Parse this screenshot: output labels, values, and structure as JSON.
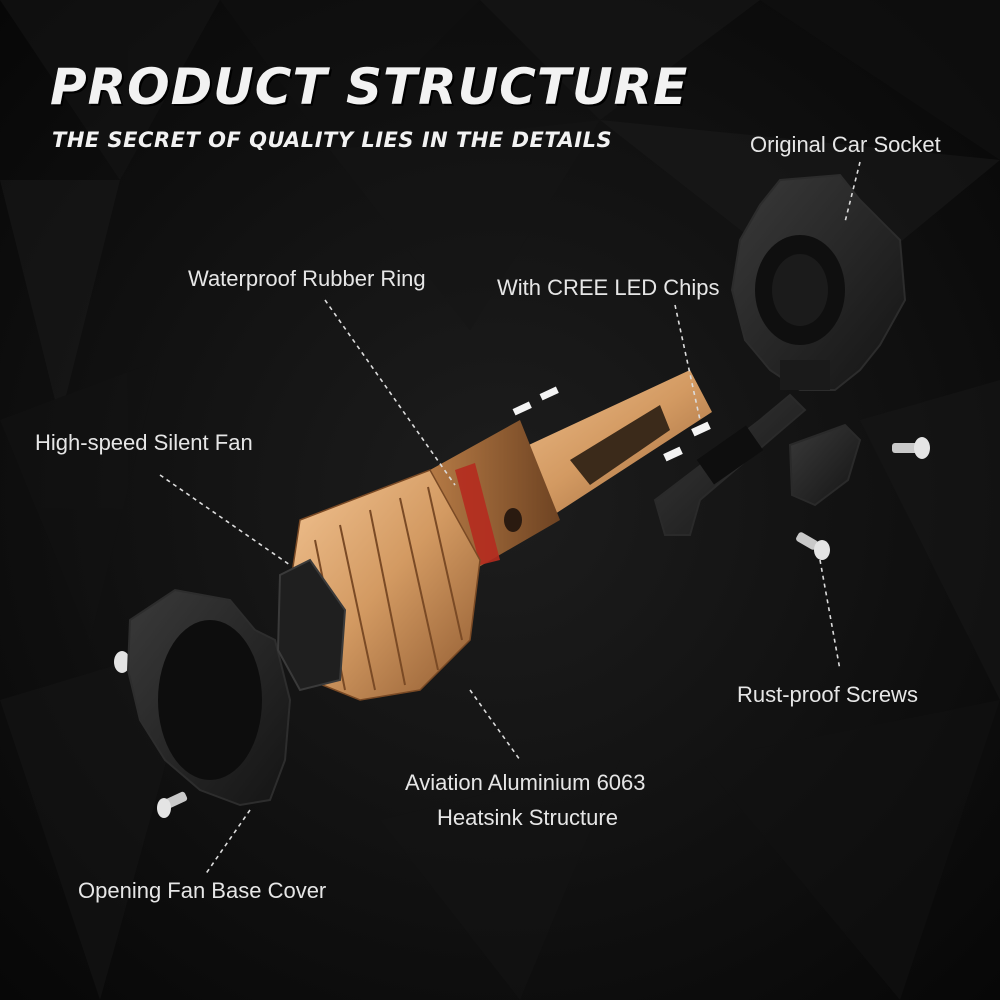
{
  "header": {
    "title": "PRODUCT STRUCTURE",
    "subtitle": "THE SECRET OF QUALITY LIES IN THE DETAILS"
  },
  "callouts": {
    "original_car_socket": "Original Car Socket",
    "waterproof_rubber_ring": "Waterproof Rubber Ring",
    "cree_led_chips": "With CREE LED Chips",
    "silent_fan": "High-speed Silent Fan",
    "rust_proof_screws": "Rust-proof Screws",
    "heatsink_line1": "Aviation Aluminium 6063",
    "heatsink_line2": "Heatsink Structure",
    "fan_base_cover": "Opening Fan Base Cover"
  },
  "colors": {
    "background": "#0c0c0c",
    "text": "#e6e6e6",
    "gold": "#d9a26a",
    "plastic": "#1e1e1e"
  }
}
